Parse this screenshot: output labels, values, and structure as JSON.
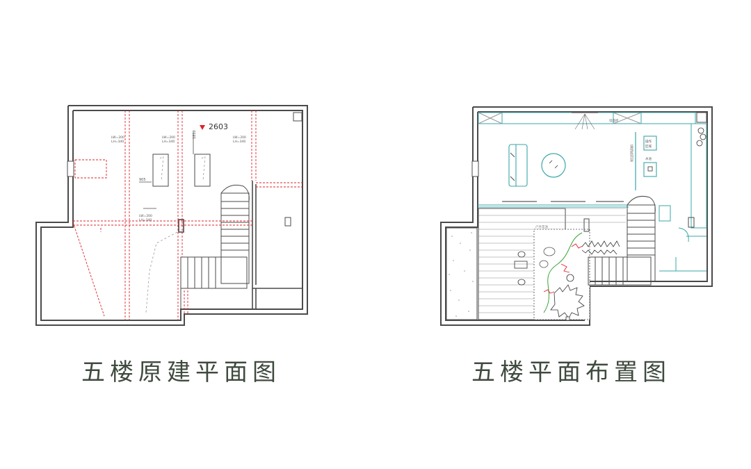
{
  "plans": [
    {
      "id": "original",
      "caption": "五楼原建平面图",
      "labels": {
        "elevation": "2603",
        "dim_1810": "1810",
        "dim_905": "905",
        "beam_a_top": "LW=200",
        "beam_a_bottom": "LH=340",
        "beam_b_top": "LW=200",
        "beam_b_bottom": "LH=340",
        "beam_c_top": "LW=200",
        "beam_c_bottom": "LH=340",
        "beam_d_top": "LW=200",
        "beam_d_bottom": "LH=340"
      }
    },
    {
      "id": "layout",
      "caption": "五楼平面布置图",
      "labels": {
        "top_wall_note": "墙面柜",
        "shelf_note": "装饰陈列架",
        "desk_top": "操作",
        "desk_bottom": "区域",
        "sink_note": "水池",
        "garden_note": "户外花池"
      }
    }
  ],
  "colors": {
    "wall": "#4a4a4a",
    "beam": "#e0202a",
    "furniture": "#3aa7a9",
    "caption": "#3f4a3f"
  }
}
